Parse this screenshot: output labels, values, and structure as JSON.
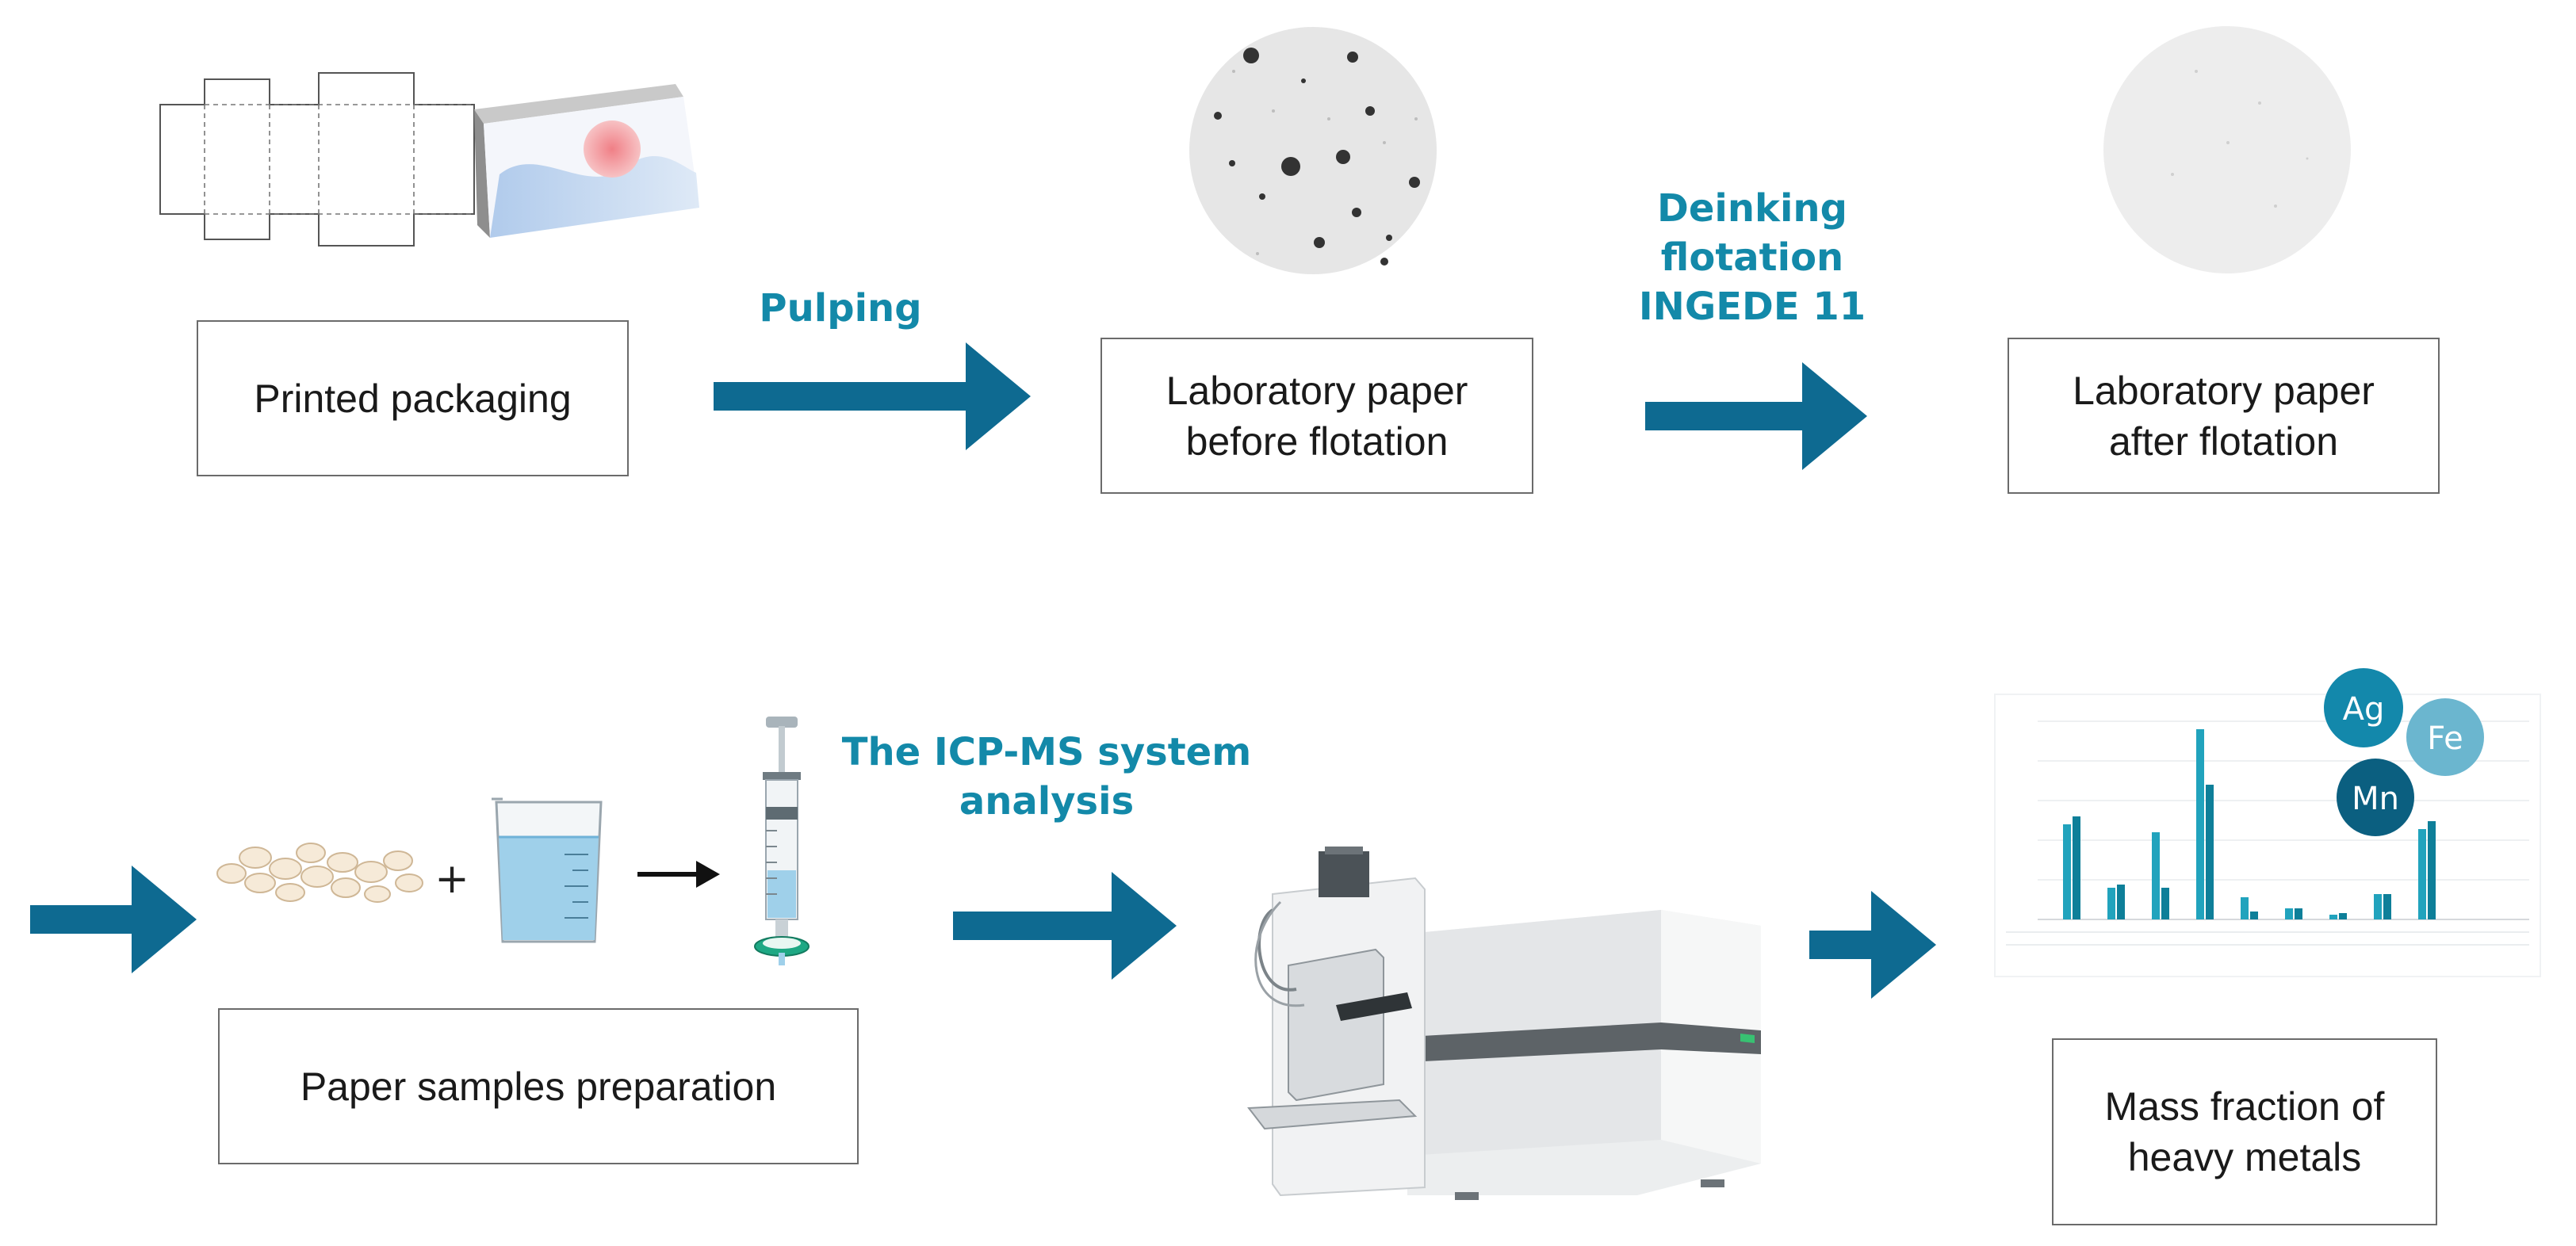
{
  "steps": {
    "printed_packaging": "Printed packaging",
    "before_flotation": "Laboratory paper\nbefore flotation",
    "after_flotation": "Laboratory paper\nafter flotation",
    "sample_prep": "Paper samples preparation",
    "mass_fraction": "Mass fraction of\nheavy metals"
  },
  "transitions": {
    "pulping": "Pulping",
    "deinking": "Deinking\nflotation\nINGEDE 11",
    "icp_ms": "The ICP-MS system\nanalysis"
  },
  "elements": {
    "ag": "Ag",
    "fe": "Fe",
    "mn": "Mn"
  },
  "prep_symbols": {
    "plus": "+"
  },
  "colors": {
    "arrow": "#0e6a91",
    "label": "#1389a9",
    "ag": "#1388ab",
    "fe": "#6bb6cf",
    "mn": "#0b5f80"
  },
  "icons": [
    "box-template-icon",
    "printed-box-icon",
    "paper-disc-icon",
    "paper-pellets-icon",
    "beaker-icon",
    "syringe-filter-icon",
    "icp-ms-instrument-icon",
    "bar-chart-icon"
  ]
}
